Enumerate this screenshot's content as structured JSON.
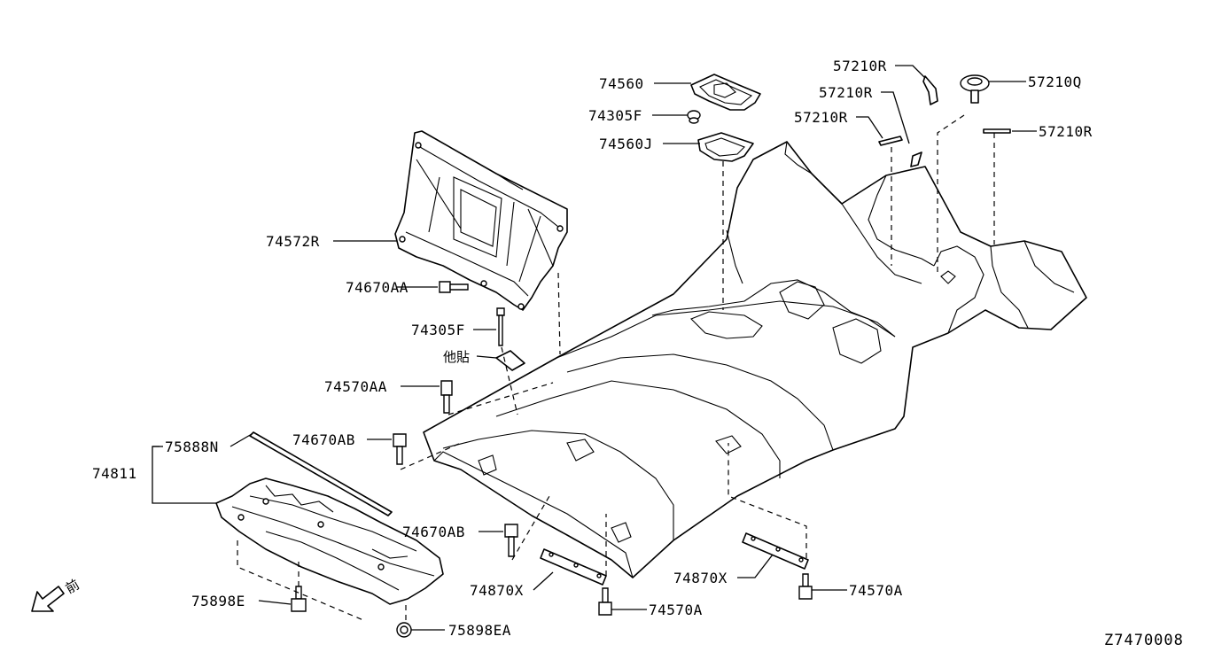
{
  "diagram_code": "Z7470008",
  "front_marker": "前",
  "parts": {
    "p74560": "74560",
    "p74305F_top": "74305F",
    "p74560J": "74560J",
    "p57210R_a": "57210R",
    "p57210R_b": "57210R",
    "p57210R_c": "57210R",
    "p57210Q": "57210Q",
    "p57210R_d": "57210R",
    "p74572R": "74572R",
    "p74670AA": "74670AA",
    "p74305F_mid": "74305F",
    "p_insulator": "他貼",
    "p74570AA": "74570AA",
    "p75888N": "75888N",
    "p74670AB_a": "74670AB",
    "p74811": "74811",
    "p74670AB_b": "74670AB",
    "p74870X_a": "74870X",
    "p74870X_b": "74870X",
    "p74570A_a": "74570A",
    "p74570A_b": "74570A",
    "p75898E": "75898E",
    "p75898EA": "75898EA"
  }
}
